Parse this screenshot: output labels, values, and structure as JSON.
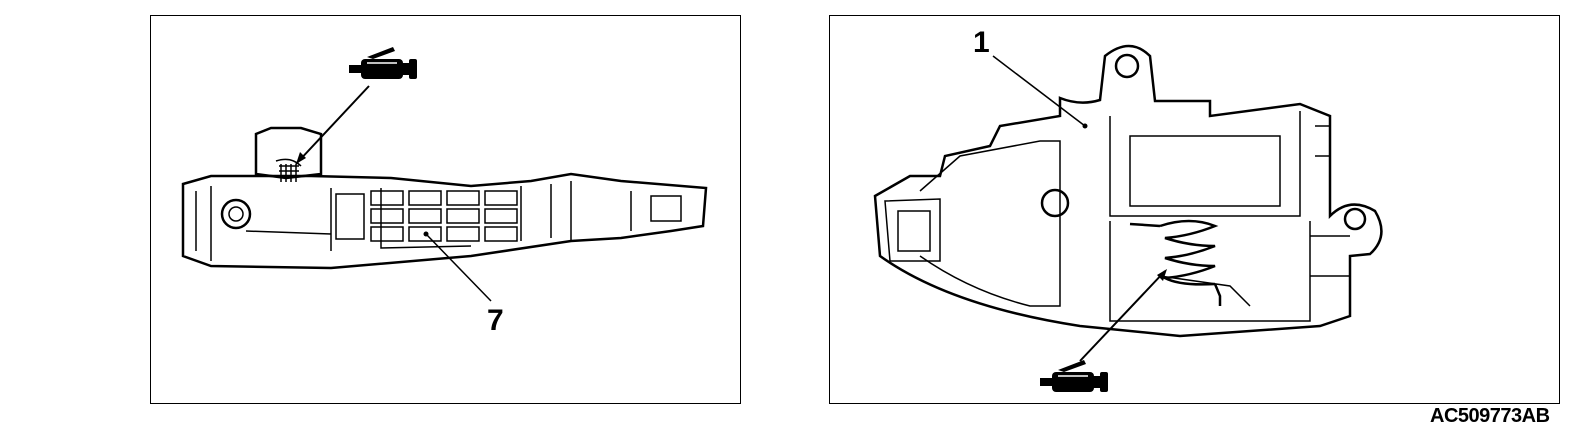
{
  "figure": {
    "left_panel": {
      "callout": "7",
      "grease_symbol": "grease-icon"
    },
    "right_panel": {
      "callout": "1",
      "grease_symbol": "grease-icon"
    },
    "figure_code": "AC509773AB"
  }
}
